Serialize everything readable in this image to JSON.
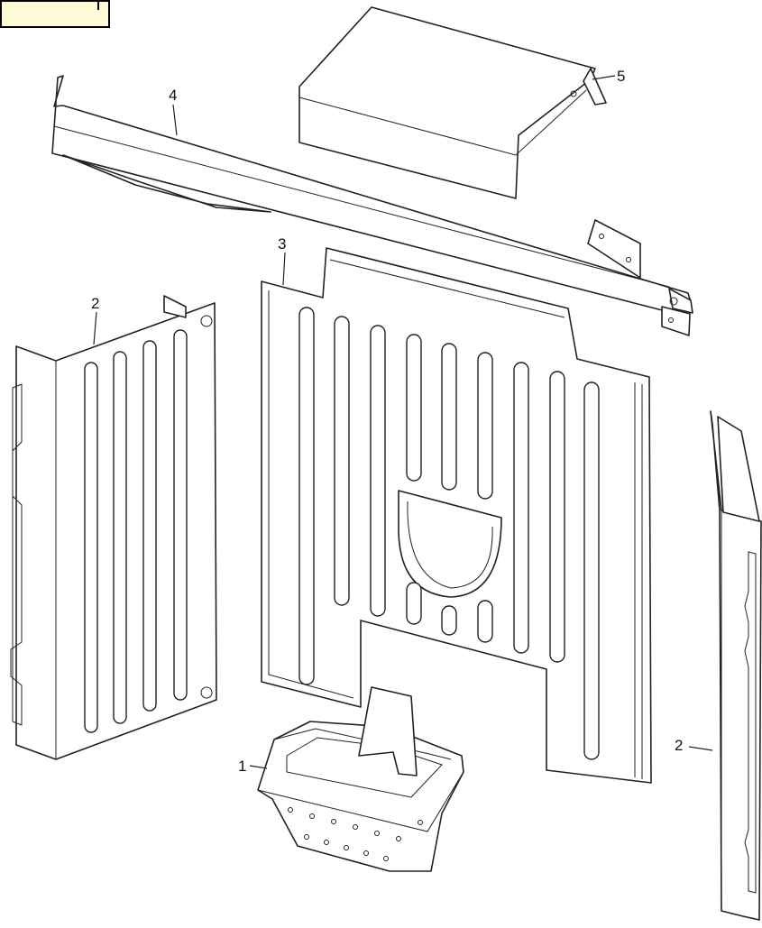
{
  "callouts": {
    "c1": "1",
    "c2a": "2",
    "c2b": "2",
    "c3": "3",
    "c4": "4",
    "c5": "5"
  },
  "colors": {
    "line": "#222222",
    "tag_fill": "#fffbd6"
  }
}
